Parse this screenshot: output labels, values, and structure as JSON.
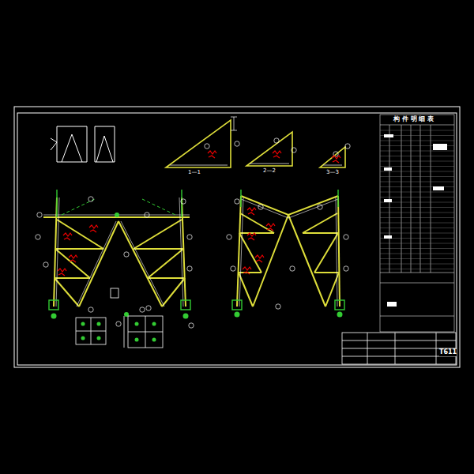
{
  "diagram": {
    "labels": [
      "构 件 明 细 表",
      "1—1",
      "2—2",
      "3—3",
      "T611"
    ]
  }
}
